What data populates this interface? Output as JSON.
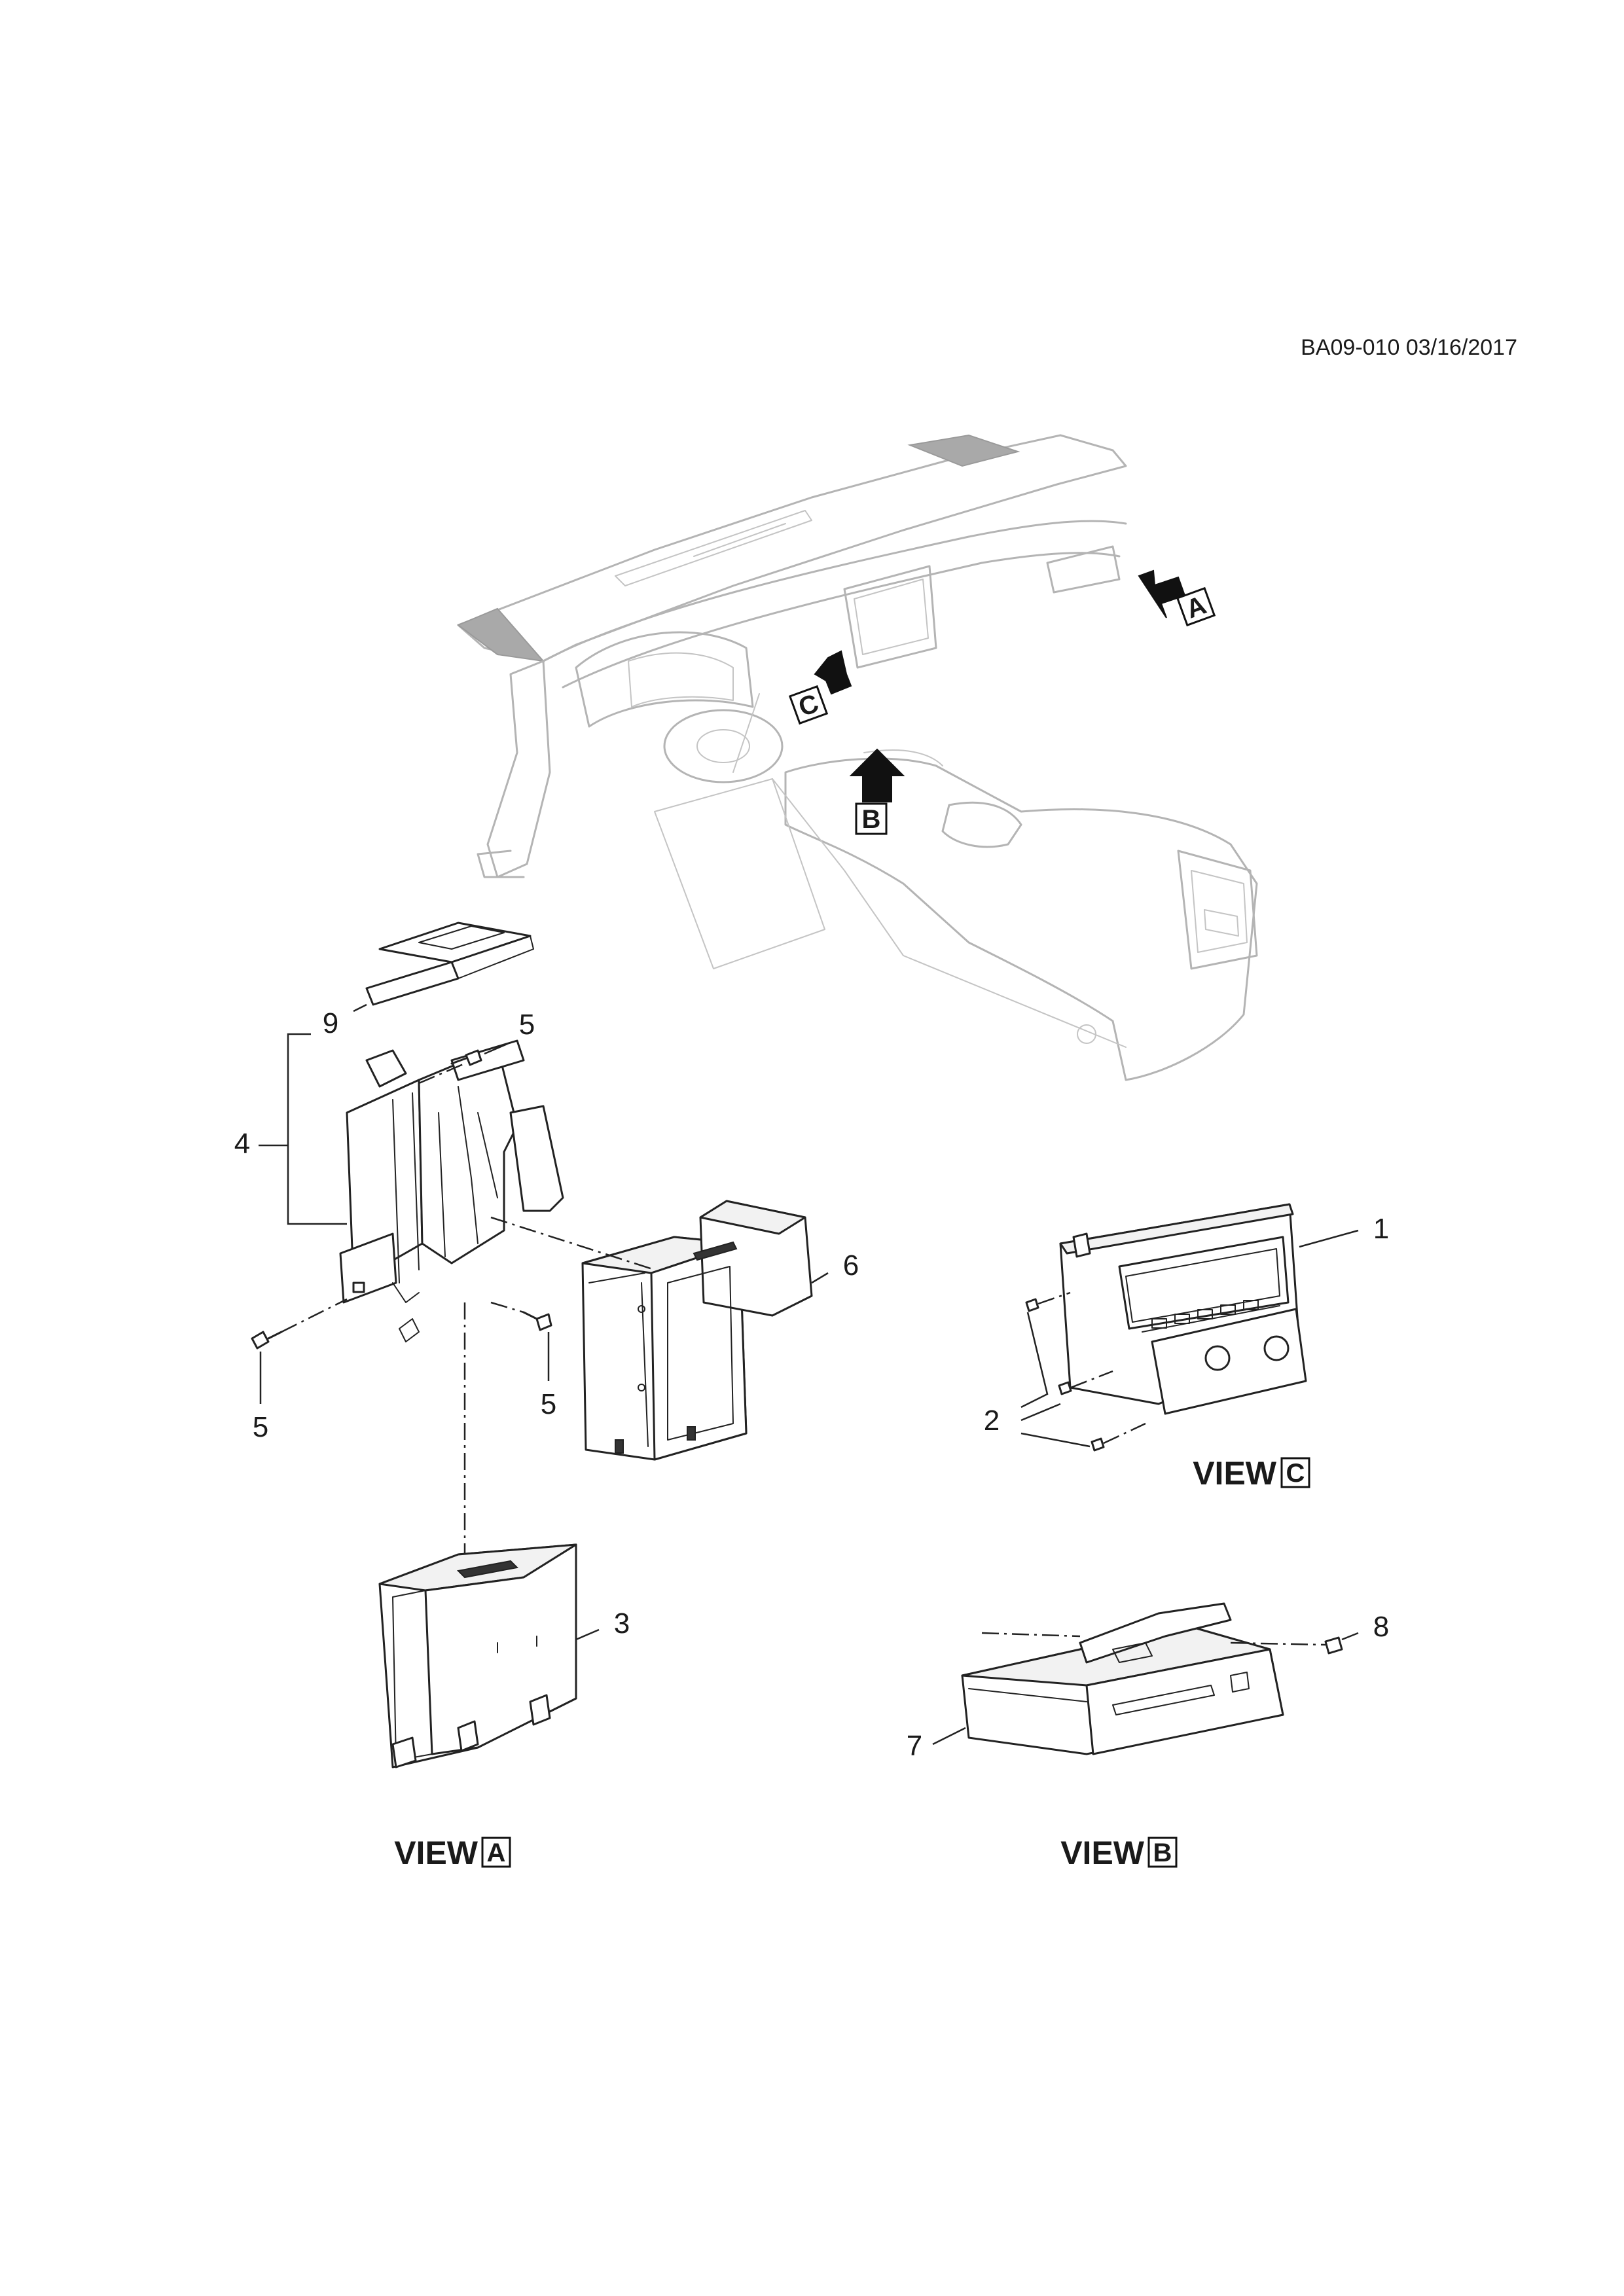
{
  "document": {
    "reference": "BA09-010 03/16/2017"
  },
  "views": {
    "a": {
      "word": "VIEW",
      "letter": "A"
    },
    "b": {
      "word": "VIEW",
      "letter": "B"
    },
    "c": {
      "word": "VIEW",
      "letter": "C"
    }
  },
  "view_arrows": {
    "a": "A",
    "b": "B",
    "c": "C"
  },
  "callouts": {
    "n1": "1",
    "n2": "2",
    "n3": "3",
    "n4": "4",
    "n5a": "5",
    "n5b": "5",
    "n5c": "5",
    "n6": "6",
    "n7": "7",
    "n8": "8",
    "n9": "9"
  }
}
